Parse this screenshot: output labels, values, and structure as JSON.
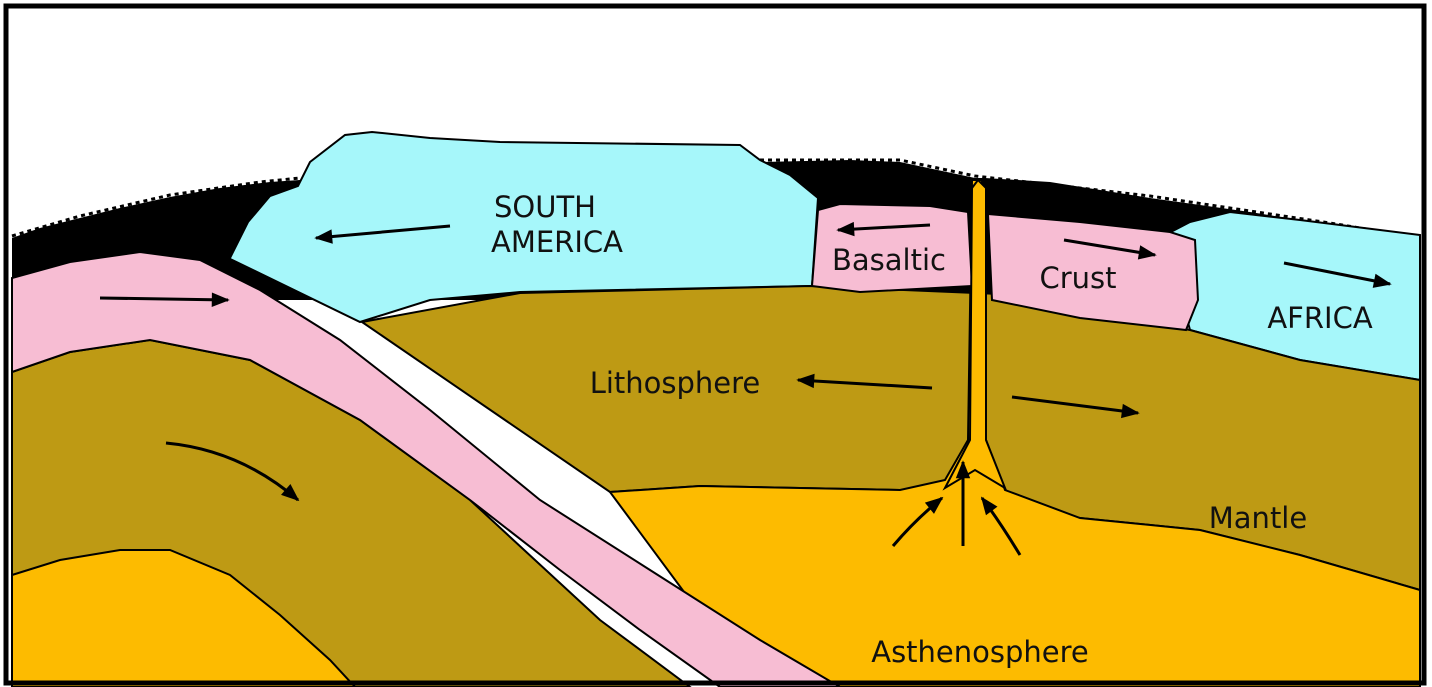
{
  "labels": {
    "south_america_line1": "SOUTH",
    "south_america_line2": "AMERICA",
    "basaltic": "Basaltic",
    "crust": "Crust",
    "africa": "AFRICA",
    "lithosphere": "Lithosphere",
    "mantle": "Mantle",
    "asthenosphere": "Asthenosphere"
  },
  "colors": {
    "continental_crust": "#A6F7FA",
    "oceanic_crust": "#F7BDD3",
    "lithosphere_mantle": "#BE9A14",
    "asthenosphere": "#FDBB00",
    "ocean": "#000000",
    "sky": "#FFFFFF",
    "outline": "#000000"
  },
  "icons": {
    "plate_motion": "arrow-icon",
    "magma_flow": "arrow-icon",
    "water_surface": "wave-pattern"
  }
}
